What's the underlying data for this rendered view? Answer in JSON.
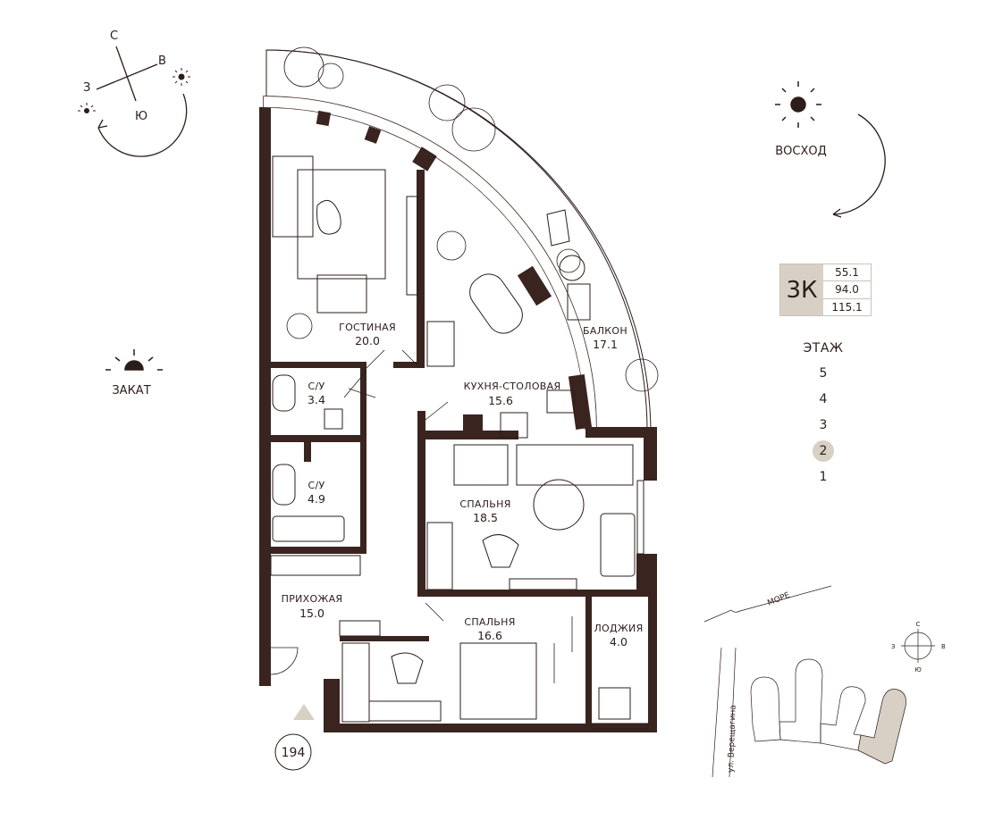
{
  "compass": {
    "north": "С",
    "east": "В",
    "south": "Ю",
    "west": "З"
  },
  "sunrise_label": "ВОСХОД",
  "sunset_label": "ЗАКАТ",
  "apartment": {
    "type": "3К",
    "areas": [
      "55.1",
      "94.0",
      "115.1"
    ],
    "number": "194"
  },
  "floor_selector": {
    "title": "ЭТАЖ",
    "floors": [
      "5",
      "4",
      "3",
      "2",
      "1"
    ],
    "selected": "2"
  },
  "rooms": [
    {
      "name": "ГОСТИНАЯ",
      "area": "20.0"
    },
    {
      "name": "КУХНЯ-СТОЛОВАЯ",
      "area": "15.6"
    },
    {
      "name": "БАЛКОН",
      "area": "17.1"
    },
    {
      "name": "С/У",
      "area": "3.4"
    },
    {
      "name": "С/У",
      "area": "4.9"
    },
    {
      "name": "СПАЛЬНЯ",
      "area": "18.5"
    },
    {
      "name": "ПРИХОЖАЯ",
      "area": "15.0"
    },
    {
      "name": "СПАЛЬНЯ",
      "area": "16.6"
    },
    {
      "name": "ЛОДЖИЯ",
      "area": "4.0"
    }
  ],
  "site_map": {
    "sea_label": "МОРЕ",
    "street_label": "ул. Верещагина",
    "compass": {
      "north": "С",
      "east": "В",
      "south": "Ю",
      "west": "З"
    }
  },
  "colors": {
    "wall": "#3a2420",
    "accent": "#d8d0c4",
    "line": "#2b1d1a"
  }
}
